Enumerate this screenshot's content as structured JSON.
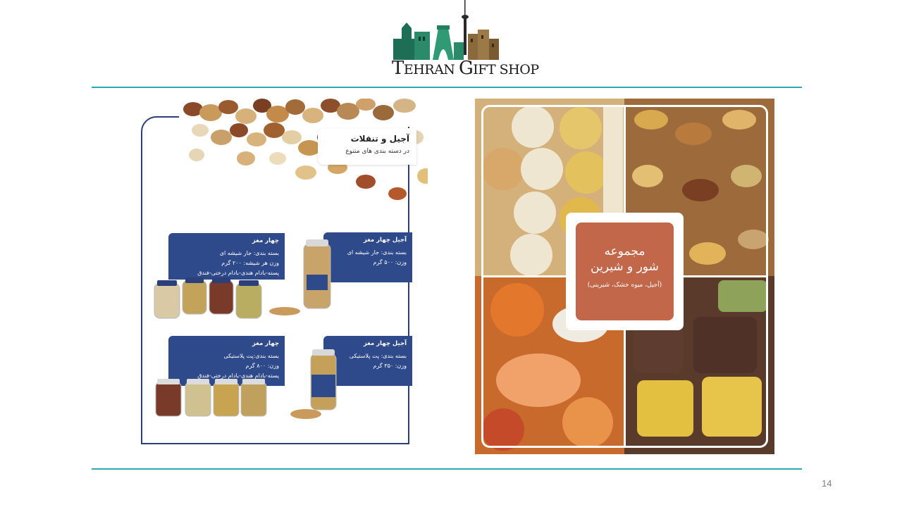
{
  "logo": {
    "text_part1": "T",
    "text_part2": "EHRAN ",
    "text_part3": "G",
    "text_part4": "IFT SHOP"
  },
  "catalog_left": {
    "title": "آجیل و تنقلات",
    "subtitle": "در دسته بندی های متنوع",
    "specs": [
      {
        "name": "چهار مغز",
        "lines": [
          "بسته بندی: جار شیشه ای",
          "وزن هر شیشه: ۲۰۰ گرم",
          "پسته-بادام هندی-بادام درختی-فندق"
        ]
      },
      {
        "name": "آجیل چهار مغز",
        "lines": [
          "بسته بندی: جار شیشه ای",
          "وزن: ۵۰۰ گرم"
        ]
      },
      {
        "name": "چهار مغز",
        "lines": [
          "بسته بندی:پت پلاستیکی",
          "وزن: ۸۰۰ گرم",
          "پسته-بادام هندی-بادام درختی-فندق"
        ]
      },
      {
        "name": "آجیل چهار مغز",
        "lines": [
          "بسته بندی: پت پلاستیکی",
          "وزن: ۳۵۰ گرم"
        ]
      }
    ]
  },
  "catalog_right": {
    "title_line1": "مجموعه",
    "title_line2": "شور و شیرین",
    "subtitle": "(آجیل، میوه خشک، شیرینی)"
  },
  "page_number": "14",
  "colors": {
    "accent_teal": "#2ea9b1",
    "navy": "#2e4a8b",
    "terracotta": "#c2674a"
  }
}
